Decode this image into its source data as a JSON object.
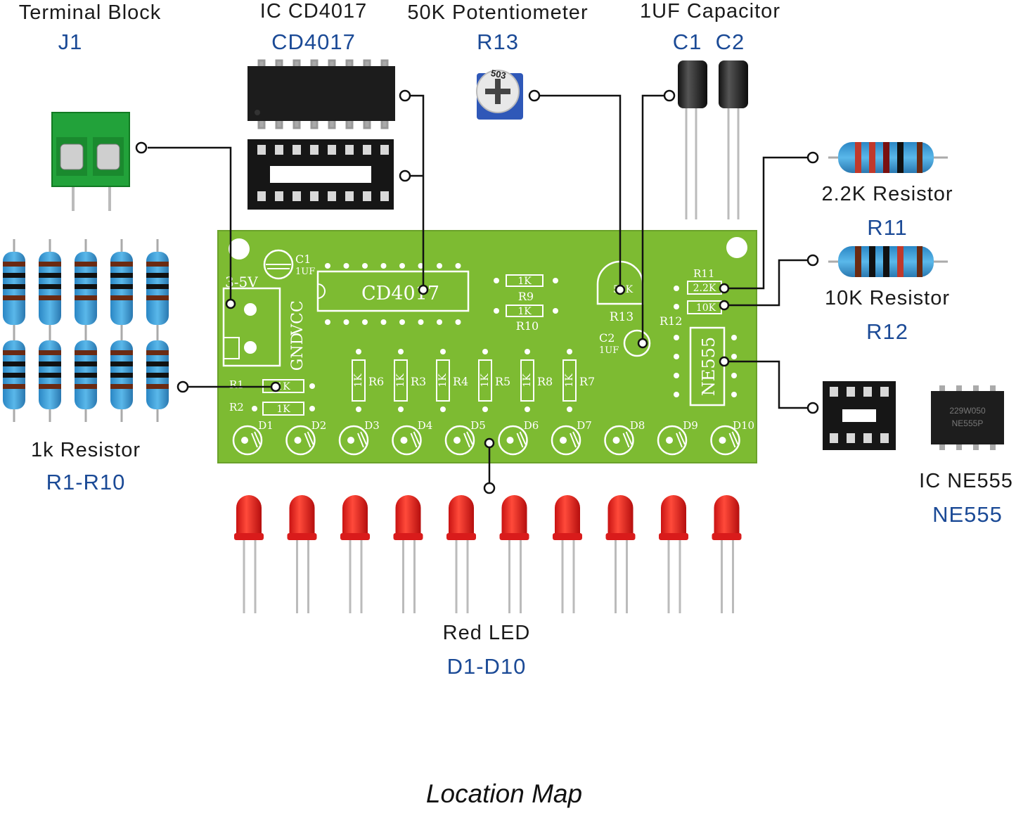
{
  "components": {
    "terminal_block": {
      "name": "Terminal Block",
      "ref": "J1"
    },
    "cd4017": {
      "name": "IC CD4017",
      "ref": "CD4017"
    },
    "potentiometer": {
      "name": "50K Potentiometer",
      "ref": "R13"
    },
    "capacitor": {
      "name": "1UF Capacitor",
      "ref": "C1  C2"
    },
    "resistor_22k": {
      "name": "2.2K Resistor",
      "ref": "R11"
    },
    "resistor_10k": {
      "name": "10K Resistor",
      "ref": "R12"
    },
    "resistor_1k": {
      "name": "1k Resistor",
      "ref": "R1-R10"
    },
    "ne555": {
      "name": "IC NE555",
      "ref": "NE555"
    },
    "led": {
      "name": "Red LED",
      "ref": "D1-D10"
    }
  },
  "pcb": {
    "ic1": "CD4017",
    "ic2": "NE555",
    "power_label": "3-5V",
    "vcc": "VCC",
    "gnd": "GND",
    "c1": "C1",
    "c1_value": "1UF",
    "c2": "C2",
    "c2_value": "1UF",
    "r13": "R13",
    "r13_mark": "50K",
    "r9": "R9",
    "r10": "R10",
    "r11": "R11",
    "r12": "R12",
    "r11_value": "2.2K",
    "r12_value": "10K",
    "one_k": "1K",
    "r1": "R1",
    "r2": "R2",
    "vertical_resistors": [
      "R6",
      "R3",
      "R4",
      "R5",
      "R8",
      "R7"
    ],
    "leds": [
      "D1",
      "D2",
      "D3",
      "D4",
      "D5",
      "D6",
      "D7",
      "D8",
      "D9",
      "D10"
    ]
  },
  "pot_marking": "503",
  "ne555_marking": [
    "229W050",
    "NE555P"
  ],
  "footer": "Location Map"
}
